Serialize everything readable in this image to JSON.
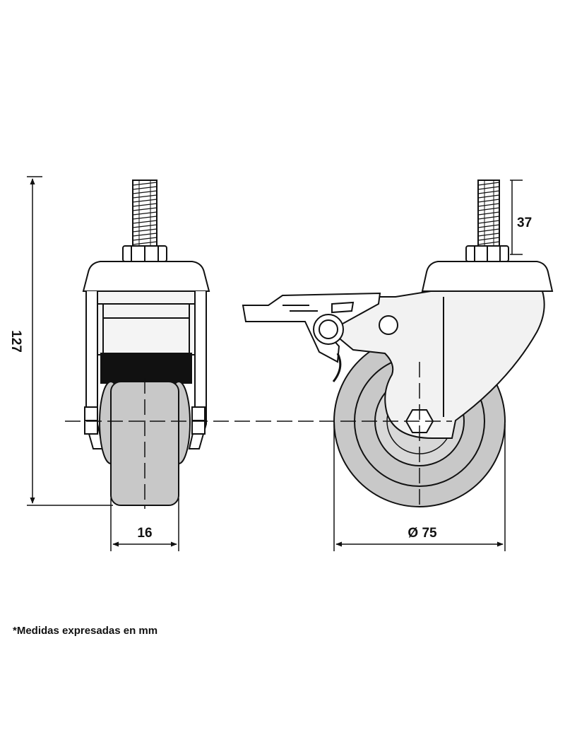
{
  "dimensions": {
    "height": "127",
    "stem_length": "37",
    "wheel_width": "16",
    "wheel_diameter": "Ø 75"
  },
  "footnote": "*Medidas expresadas en mm",
  "colors": {
    "line": "#111111",
    "wheel_grey": "#c8c8c8",
    "hub_grey": "#d8d8d8",
    "bracket": "#f2f2f2",
    "black_band": "#111111"
  }
}
